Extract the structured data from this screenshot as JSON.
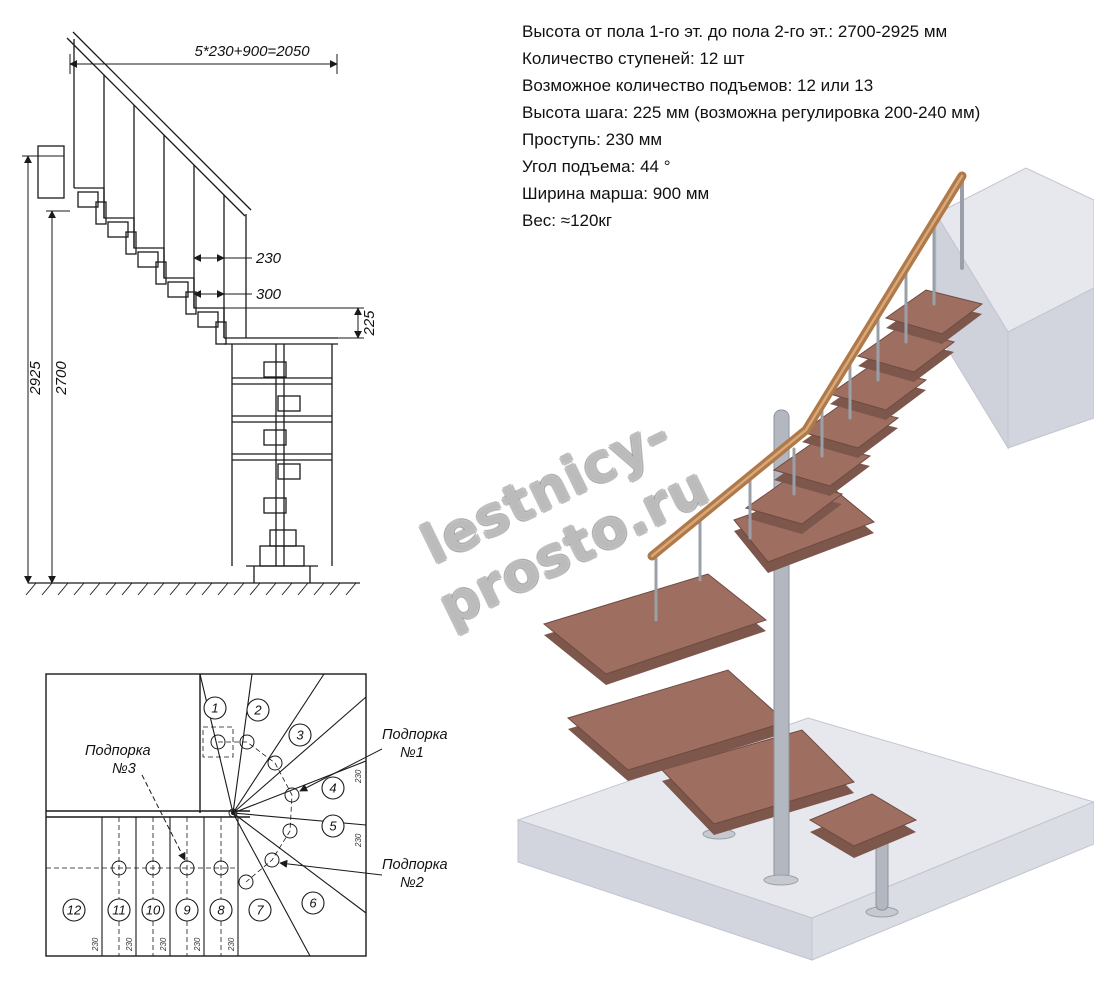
{
  "specs": {
    "lines": [
      "Высота от пола 1-го эт. до пола 2-го эт.: 2700-2925 мм",
      "Количество ступеней: 12 шт",
      "Возможное количество подъемов: 12 или 13",
      "Высота шага: 225 мм (возможна регулировка 200-240 мм)",
      "Проступь: 230 мм",
      "Угол подъема: 44 °",
      "Ширина марша: 900 мм",
      "Вес: ≈120кг"
    ]
  },
  "elevation": {
    "dim_top": "5*230+900=2050",
    "dim_total_height": "2925",
    "dim_floor_height": "2700",
    "dim_tread": "230",
    "dim_300": "300",
    "dim_riser": "225"
  },
  "plan": {
    "steps": [
      "1",
      "2",
      "3",
      "4",
      "5",
      "6",
      "7",
      "8",
      "9",
      "10",
      "11",
      "12"
    ],
    "supports": {
      "word": "Подпорка",
      "n1": "№1",
      "n2": "№2",
      "n3": "№3"
    },
    "edge_dim": "230"
  },
  "watermark": "lestnicy-prosto.ru",
  "colors": {
    "wood": "#9e6f61",
    "handrail": "#b0794a",
    "metal": "#b3b7bf",
    "floor": "#e6e8ee",
    "line": "#1a1a1a"
  }
}
